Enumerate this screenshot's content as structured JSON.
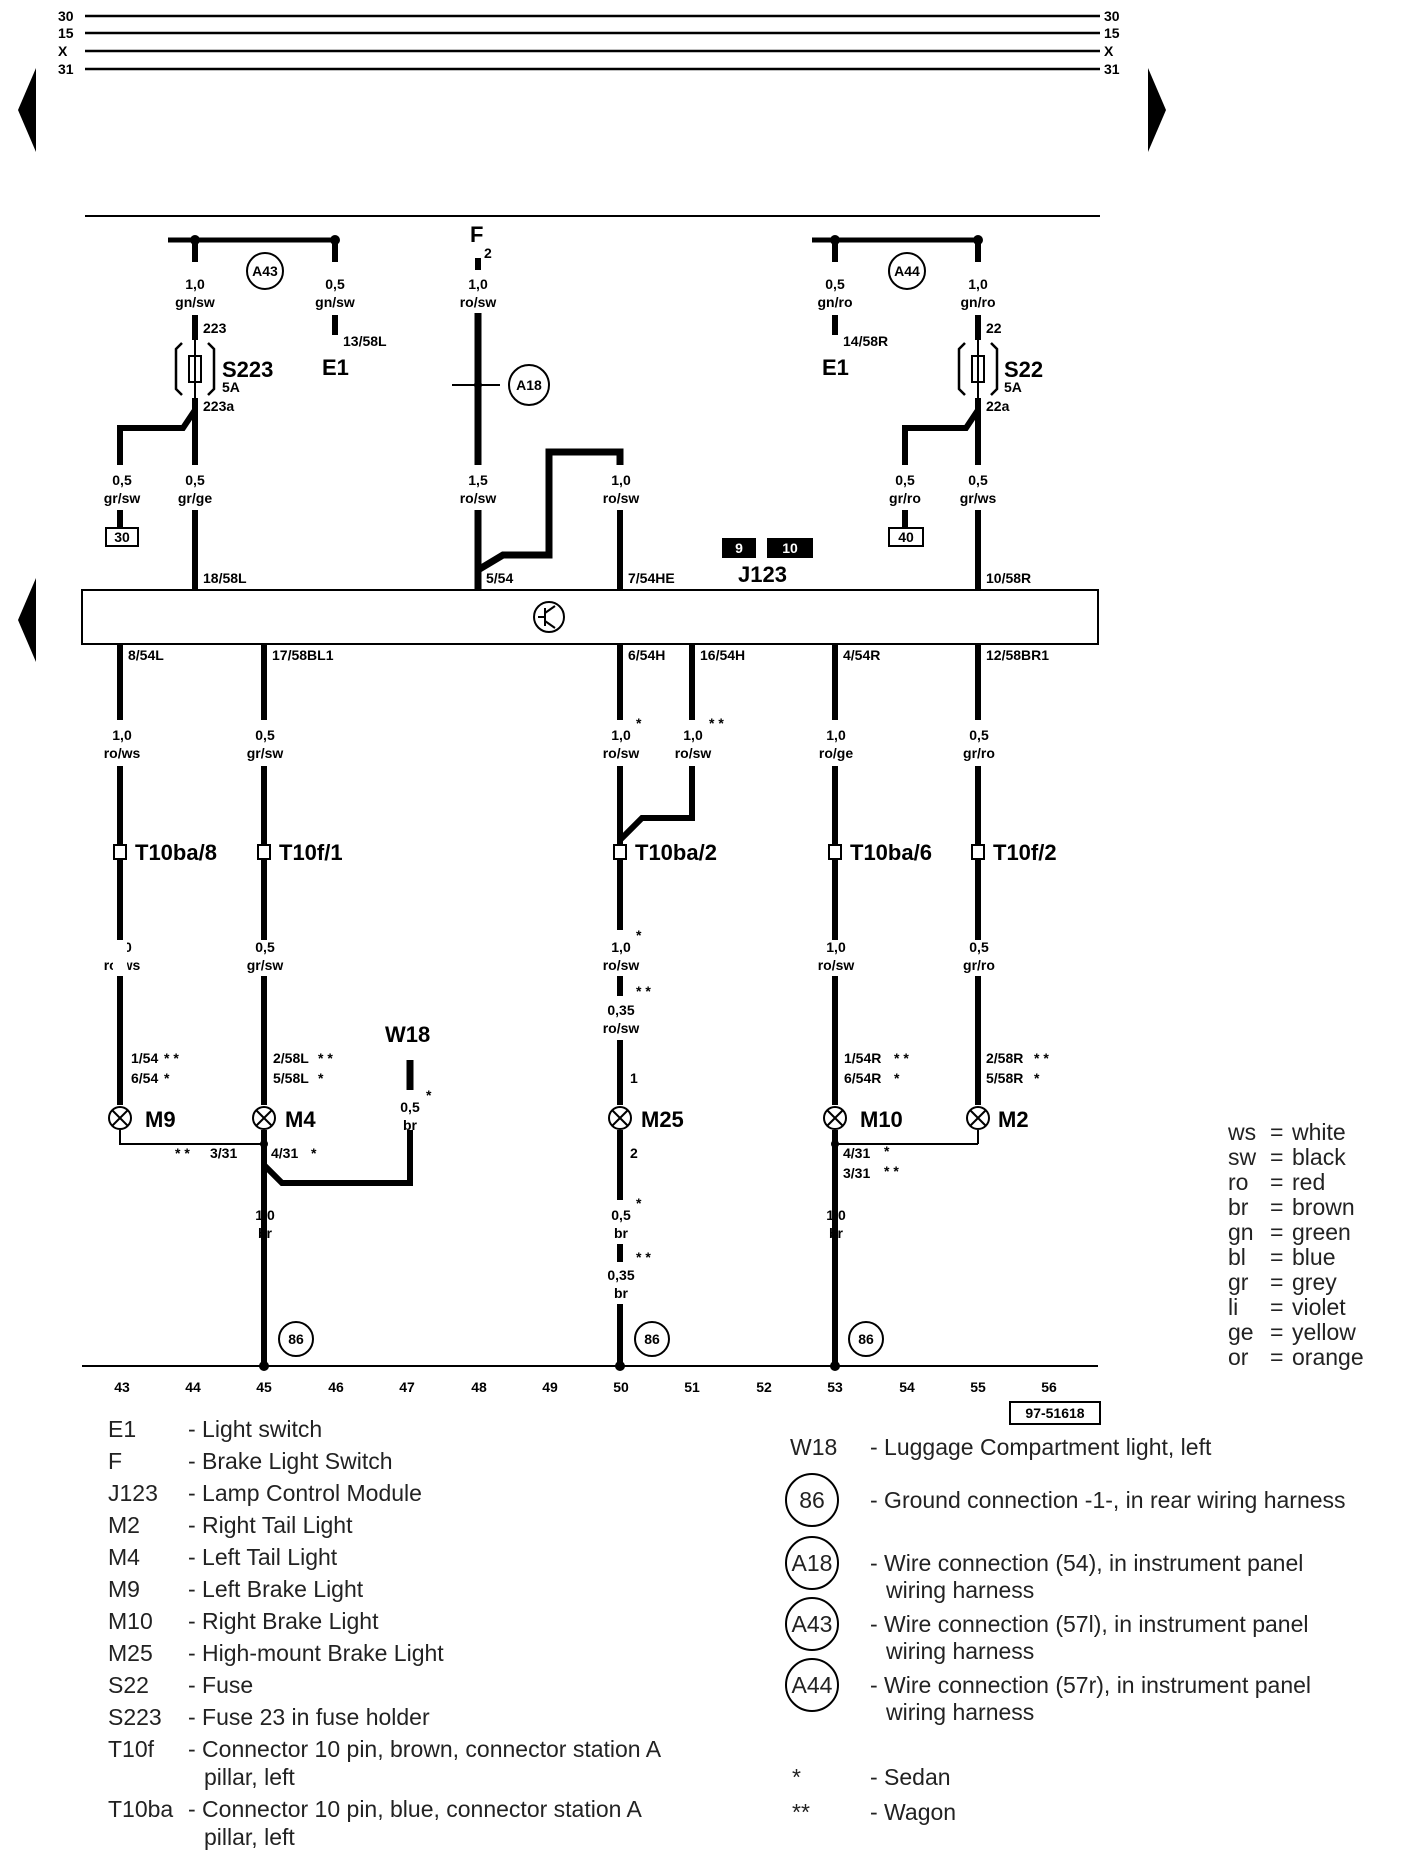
{
  "top_lines": {
    "left": [
      "30",
      "15",
      "X",
      "31"
    ],
    "right": [
      "30",
      "15",
      "X",
      "31"
    ]
  },
  "components": {
    "F": "F",
    "F_pin": "2",
    "S223": "S223",
    "S223_rating": "5A",
    "S22": "S22",
    "S22_rating": "5A",
    "E1_left": "E1",
    "E1_right": "E1",
    "J123": "J123",
    "J123_box1": "9",
    "J123_box2": "10",
    "W18": "W18",
    "M9": "M9",
    "M4": "M4",
    "M25": "M25",
    "M10": "M10",
    "M2": "M2",
    "T10ba8": "T10ba/8",
    "T10f1": "T10f/1",
    "T10ba2": "T10ba/2",
    "T10ba6": "T10ba/6",
    "T10f2": "T10f/2"
  },
  "circles": {
    "A43": "A43",
    "A44": "A44",
    "A18": "A18",
    "g1": "86",
    "g2": "86",
    "g3": "86"
  },
  "boxes": {
    "b30": "30",
    "b40": "40"
  },
  "wires": {
    "w1": [
      "1,0",
      "gn/sw"
    ],
    "w2": [
      "0,5",
      "gn/sw"
    ],
    "w3": [
      "1,0",
      "ro/sw"
    ],
    "w4": [
      "0,5",
      "gn/ro"
    ],
    "w5": [
      "1,0",
      "gn/ro"
    ],
    "w6": [
      "0,5",
      "gr/sw"
    ],
    "w7": [
      "0,5",
      "gr/ge"
    ],
    "w8": [
      "1,5",
      "ro/sw"
    ],
    "w9": [
      "1,0",
      "ro/sw"
    ],
    "w10": [
      "0,5",
      "gr/ro"
    ],
    "w11": [
      "0,5",
      "gr/ws"
    ],
    "w12": [
      "1,0",
      "ro/ws"
    ],
    "w13": [
      "0,5",
      "gr/sw"
    ],
    "w14": [
      "1,0",
      "ro/sw"
    ],
    "w15": [
      "1,0",
      "ro/sw"
    ],
    "w16": [
      "1,0",
      "ro/ge"
    ],
    "w17": [
      "0,5",
      "gr/ro"
    ],
    "w18": [
      "1,0",
      "ro/ws"
    ],
    "w19": [
      "0,5",
      "gr/sw"
    ],
    "w20": [
      "1,0",
      "ro/sw"
    ],
    "w21": [
      "0,35",
      "ro/sw"
    ],
    "w22": [
      "1,0",
      "ro/sw"
    ],
    "w23": [
      "0,5",
      "gr/ro"
    ],
    "w24": [
      "0,5",
      "br"
    ],
    "w25": [
      "1,0",
      "br"
    ],
    "w26": [
      "0,5",
      "br"
    ],
    "w27": [
      "0,35",
      "br"
    ],
    "w28": [
      "1,0",
      "br"
    ]
  },
  "pins": {
    "p223": "223",
    "p223a": "223a",
    "p13_58L": "13/58L",
    "p14_58R": "14/58R",
    "p22": "22",
    "p22a": "22a",
    "p18_58L": "18/58L",
    "p5_54": "5/54",
    "p7_54HE": "7/54HE",
    "p10_58R": "10/58R",
    "p8_54L": "8/54L",
    "p17_58BL1": "17/58BL1",
    "p6_54H": "6/54H",
    "p16_54H": "16/54H",
    "p4_54R": "4/54R",
    "p12_58BR1": "12/58BR1",
    "p1_54": "1/54",
    "p6_54": "6/54",
    "p2_58L": "2/58L",
    "p5_58L": "5/58L",
    "p1": "1",
    "p2": "2",
    "p1_54R": "1/54R",
    "p6_54R": "6/54R",
    "p2_58R": "2/58R",
    "p5_58R": "5/58R",
    "p3_31a": "3/31",
    "p4_31a": "4/31",
    "p4_31b": "4/31",
    "p3_31b": "3/31"
  },
  "marks": {
    "single": "*",
    "double": "* *"
  },
  "columns": [
    "43",
    "44",
    "45",
    "46",
    "47",
    "48",
    "49",
    "50",
    "51",
    "52",
    "53",
    "54",
    "55",
    "56"
  ],
  "ref_number": "97-51618",
  "color_legend": [
    {
      "code": "ws",
      "name": "white"
    },
    {
      "code": "sw",
      "name": "black"
    },
    {
      "code": "ro",
      "name": "red"
    },
    {
      "code": "br",
      "name": "brown"
    },
    {
      "code": "gn",
      "name": "green"
    },
    {
      "code": "bl",
      "name": "blue"
    },
    {
      "code": "gr",
      "name": "grey"
    },
    {
      "code": "li",
      "name": "violet"
    },
    {
      "code": "ge",
      "name": "yellow"
    },
    {
      "code": "or",
      "name": "orange"
    }
  ],
  "legend_left": [
    {
      "code": "E1",
      "desc": "- Light switch"
    },
    {
      "code": "F",
      "desc": "- Brake Light Switch"
    },
    {
      "code": "J123",
      "desc": "- Lamp Control Module"
    },
    {
      "code": "M2",
      "desc": "- Right Tail Light"
    },
    {
      "code": "M4",
      "desc": "- Left Tail Light"
    },
    {
      "code": "M9",
      "desc": "- Left Brake Light"
    },
    {
      "code": "M10",
      "desc": "- Right Brake Light"
    },
    {
      "code": "M25",
      "desc": "- High-mount Brake Light"
    },
    {
      "code": "S22",
      "desc": "- Fuse"
    },
    {
      "code": "S223",
      "desc": "- Fuse 23 in fuse holder"
    },
    {
      "code": "T10f",
      "desc": "- Connector 10 pin, brown, connector station A",
      "desc2": "pillar, left"
    },
    {
      "code": "T10ba",
      "desc": "- Connector 10 pin, blue, connector station A",
      "desc2": "pillar, left"
    }
  ],
  "legend_right": {
    "w18_code": "W18",
    "w18_desc": "- Luggage Compartment light, left",
    "items": [
      {
        "code": "86",
        "desc": "- Ground connection -1-, in rear wiring harness",
        "desc2": ""
      },
      {
        "code": "A18",
        "desc": "- Wire connection (54), in instrument panel",
        "desc2": "wiring harness"
      },
      {
        "code": "A43",
        "desc": "- Wire connection (57l), in instrument panel",
        "desc2": "wiring harness"
      },
      {
        "code": "A44",
        "desc": "- Wire connection (57r), in instrument panel",
        "desc2": "wiring harness"
      }
    ],
    "sedan_mark": "*",
    "sedan_desc": "- Sedan",
    "wagon_mark": "**",
    "wagon_desc": "- Wagon"
  }
}
